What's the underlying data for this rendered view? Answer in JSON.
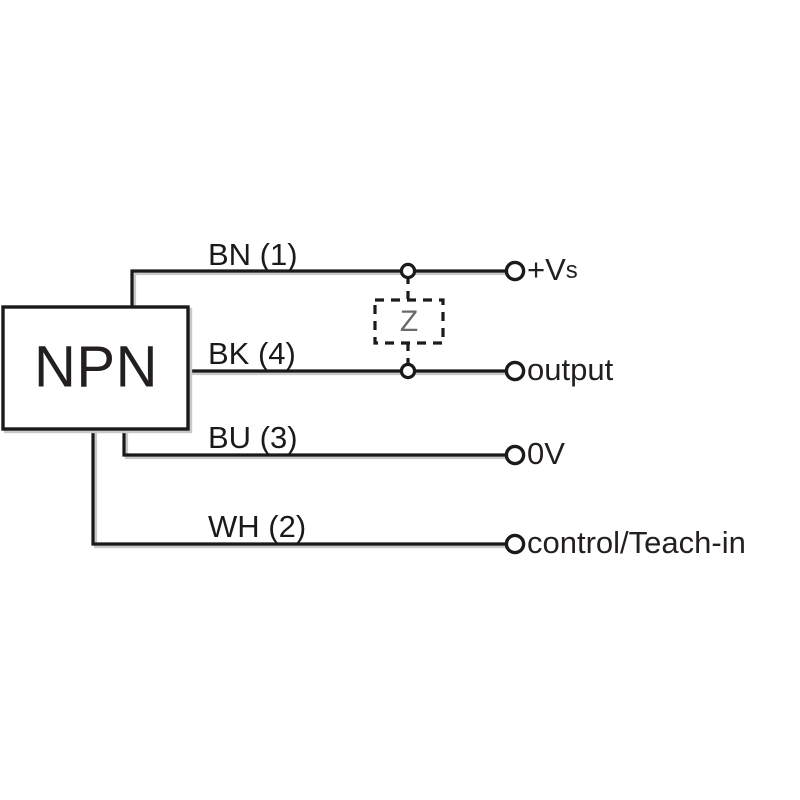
{
  "diagram": {
    "type": "sensor-wiring-diagram",
    "device": {
      "label": "NPN"
    },
    "load": {
      "label": "Z",
      "style": "dashed",
      "color": "#6a6a6a"
    },
    "colors": {
      "line": "#1a1a1a",
      "text": "#231f20",
      "load_text": "#6a6a6a",
      "background": "#ffffff"
    },
    "wires": [
      {
        "code": "BN (1)",
        "terminal": "+Vs",
        "terminal_main": "+V",
        "terminal_sub": "s",
        "pin": "1",
        "color_code": "BN",
        "has_junction": true
      },
      {
        "code": "BK (4)",
        "terminal": "output",
        "terminal_main": "output",
        "terminal_sub": "",
        "pin": "4",
        "color_code": "BK",
        "has_junction": true
      },
      {
        "code": "BU (3)",
        "terminal": "0V",
        "terminal_main": "0V",
        "terminal_sub": "",
        "pin": "3",
        "color_code": "BU",
        "has_junction": false
      },
      {
        "code": "WH (2)",
        "terminal": "control/Teach-in",
        "terminal_main": "control/Teach-in",
        "terminal_sub": "",
        "pin": "2",
        "color_code": "WH",
        "has_junction": false
      }
    ]
  }
}
